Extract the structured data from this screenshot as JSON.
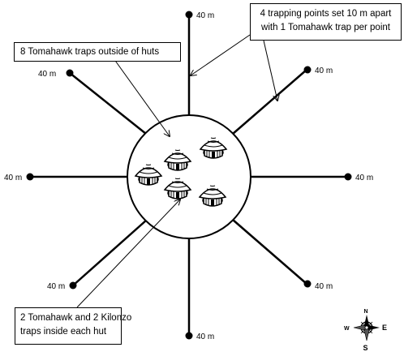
{
  "transect_labels": [
    "40 m",
    "40 m",
    "40 m",
    "40 m",
    "40 m",
    "40 m",
    "40 m",
    "40 m"
  ],
  "callouts": {
    "outside": "8 Tomahawk traps outside of huts",
    "trapping_line1": "4 trapping points set 10 m apart",
    "trapping_line2": "with 1 Tomahawk trap per point",
    "inside_line1": "2 Tomahawk and 2 Kilonzo",
    "inside_line2": "traps inside each hut"
  },
  "compass": {
    "n": "N",
    "s": "S",
    "e": "E",
    "w": "W"
  },
  "hut_count": 5,
  "colors": {
    "stroke": "#000000",
    "hut_fill": "#ffffff"
  }
}
